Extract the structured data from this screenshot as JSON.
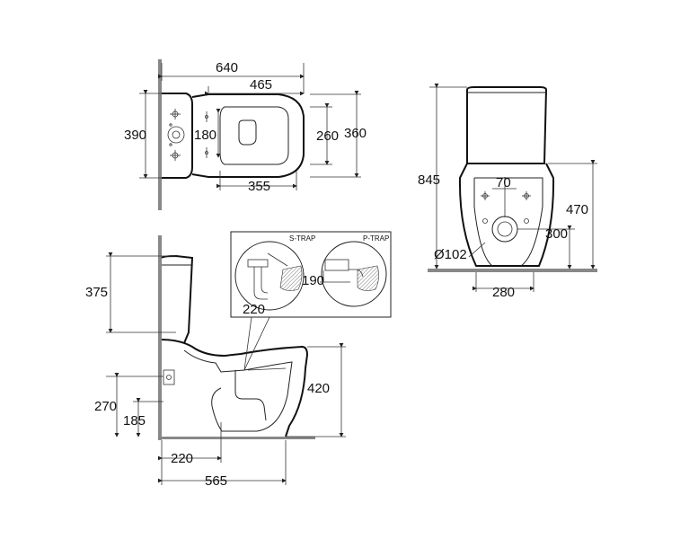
{
  "top_view": {
    "dims": {
      "overall_length": "640",
      "bowl_length": "465",
      "depth": "390",
      "inlet_spacing": "180",
      "bowl_inner_depth": "260",
      "bowl_outer_depth": "360",
      "bowl_opening": "355"
    }
  },
  "front_view": {
    "dims": {
      "height": "845",
      "tank_height": "470",
      "inlet_height": "300",
      "outlet_offset": "70",
      "outlet_diameter": "Ø102",
      "base_width": "280"
    }
  },
  "side_view": {
    "dims": {
      "tank_height": "375",
      "rim_height": "420",
      "inlet_height": "270",
      "outlet_height": "185",
      "outlet_distance": "220",
      "overall_depth": "565"
    }
  },
  "inset": {
    "s_trap_label": "S-TRAP",
    "p_trap_label": "P-TRAP",
    "s_trap_dim": "220",
    "p_trap_dim": "190"
  }
}
